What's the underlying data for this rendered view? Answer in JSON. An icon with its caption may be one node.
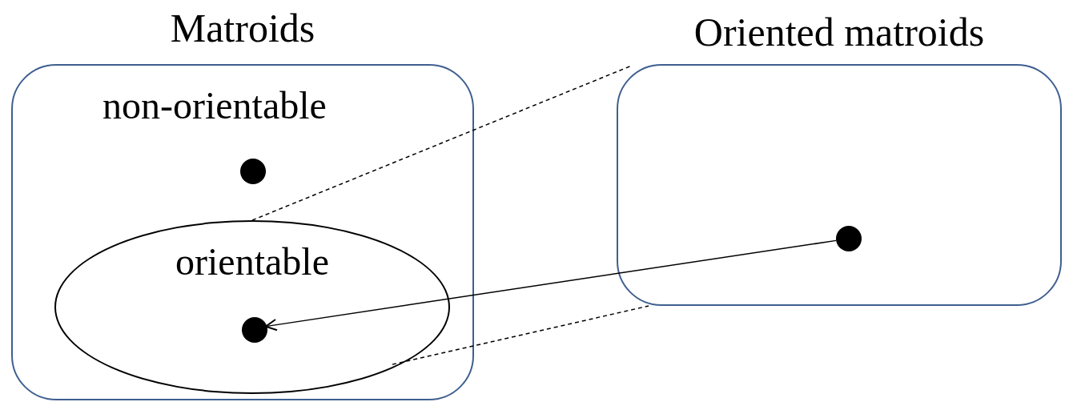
{
  "diagram": {
    "nodes": [
      {
        "text": [
          "Matroids"
        ]
      },
      {
        "text": [],
        "shape": "circle",
        "in": 0
      },
      {
        "text": [
          "orientable"
        ],
        "in": 0
      },
      {
        "text": [],
        "shape": "circle",
        "in": 2
      },
      {
        "text": [
          "Oriented matroids"
        ]
      },
      {
        "text": [],
        "shape": "circle",
        "in": 4
      }
    ],
    "edges": [
      {
        "from": 5,
        "to": 3,
        "arrow": "to"
      },
      {
        "from": 2,
        "to": 4,
        "arrow": "none",
        "style": "dashed"
      },
      {
        "from": 2,
        "to": 4,
        "arrow": "none",
        "style": "dashed"
      }
    ],
    "labels": [
      "non-orientable"
    ]
  }
}
